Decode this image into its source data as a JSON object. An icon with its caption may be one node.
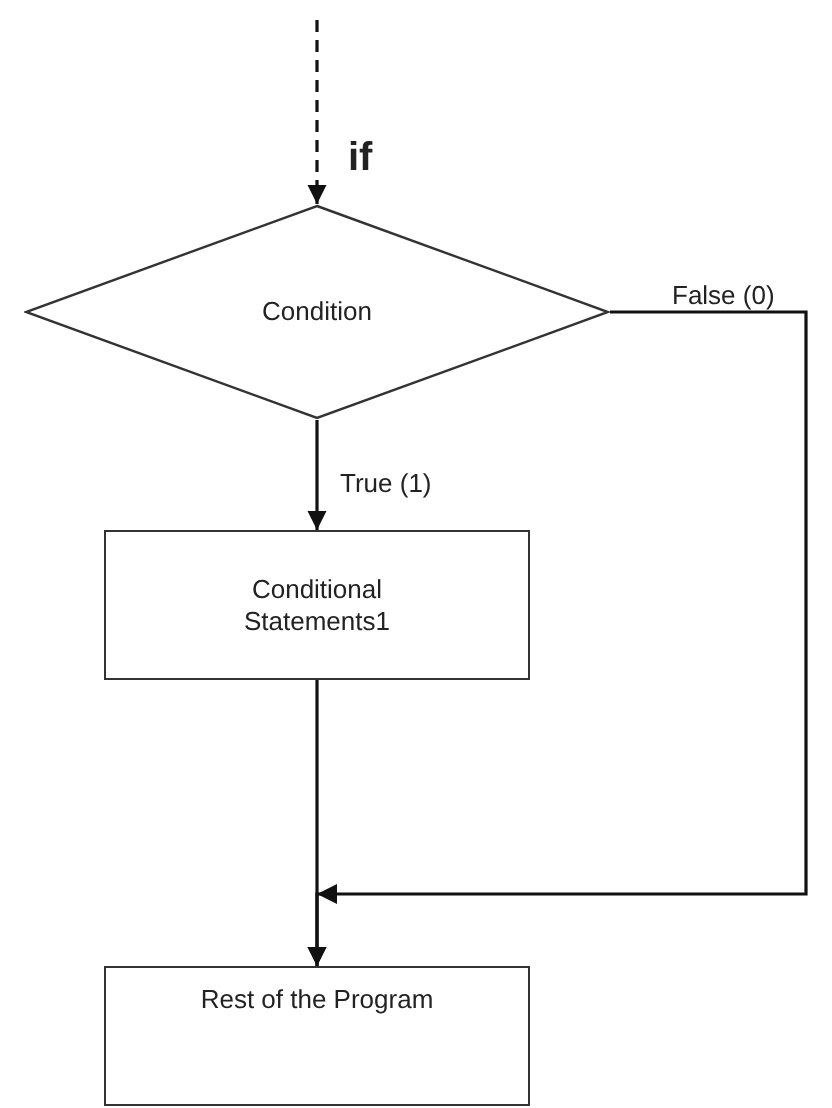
{
  "diagram": {
    "nodes": [
      {
        "text": [
          "Condition"
        ]
      },
      {
        "text": [
          "Conditional Statements1"
        ]
      },
      {
        "text": [
          "Rest of the Program"
        ]
      }
    ],
    "edges": [
      {
        "from": null,
        "to": 0,
        "arrow": "to",
        "style": "dashed",
        "label": "if"
      },
      {
        "from": 0,
        "to": 1,
        "arrow": "to",
        "label": "True (1)"
      },
      {
        "from": 0,
        "to": 2,
        "arrow": "to",
        "label": "False (0)"
      },
      {
        "from": 1,
        "to": 2,
        "arrow": "to"
      }
    ]
  }
}
